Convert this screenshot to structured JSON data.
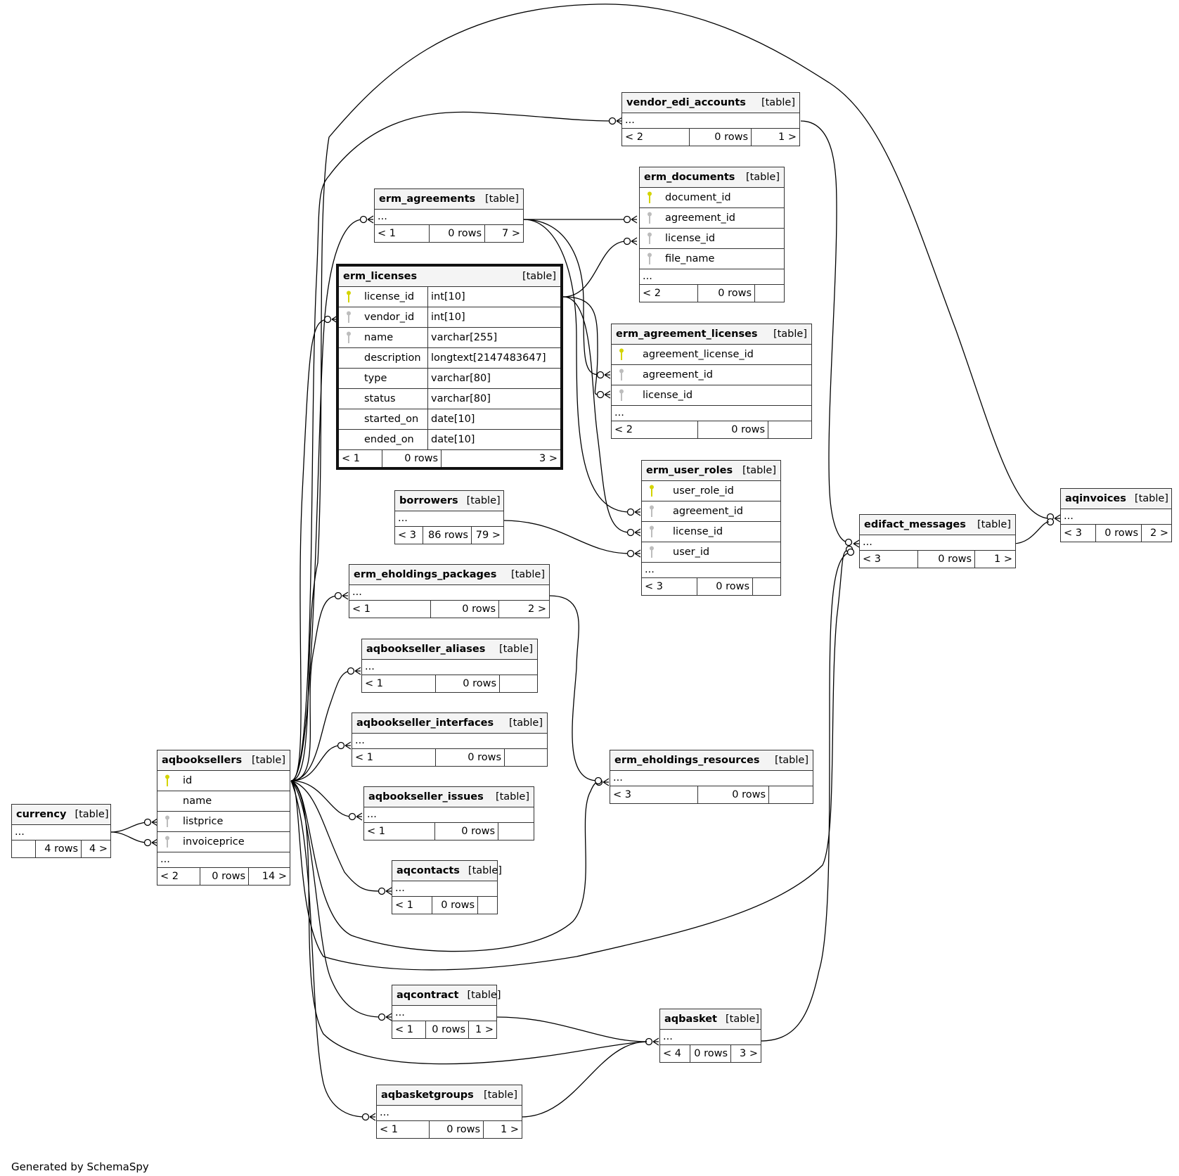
{
  "footer": "Generated by SchemaSpy",
  "colors": {
    "primary_key": "#d4d400",
    "foreign_key": "#bdbdbd",
    "header_bg": "#f4f4f4",
    "border": "#333333"
  },
  "tables": {
    "currency": {
      "name": "currency",
      "type": "[table]",
      "ellipsis": "...",
      "parents": "",
      "rows": "4 rows",
      "children": "4 >"
    },
    "aqbooksellers": {
      "name": "aqbooksellers",
      "type": "[table]",
      "columns": [
        {
          "name": "id",
          "key": "primary-key"
        },
        {
          "name": "name",
          "key": "none"
        },
        {
          "name": "listprice",
          "key": "foreign-key"
        },
        {
          "name": "invoiceprice",
          "key": "foreign-key"
        }
      ],
      "ellipsis": "...",
      "parents": "< 2",
      "rows": "0 rows",
      "children": "14 >"
    },
    "erm_licenses": {
      "name": "erm_licenses",
      "type": "[table]",
      "columns": [
        {
          "name": "license_id",
          "datatype": "int[10]",
          "key": "primary-key"
        },
        {
          "name": "vendor_id",
          "datatype": "int[10]",
          "key": "foreign-key"
        },
        {
          "name": "name",
          "datatype": "varchar[255]",
          "key": "foreign-key"
        },
        {
          "name": "description",
          "datatype": "longtext[2147483647]",
          "key": "none"
        },
        {
          "name": "type",
          "datatype": "varchar[80]",
          "key": "none"
        },
        {
          "name": "status",
          "datatype": "varchar[80]",
          "key": "none"
        },
        {
          "name": "started_on",
          "datatype": "date[10]",
          "key": "none"
        },
        {
          "name": "ended_on",
          "datatype": "date[10]",
          "key": "none"
        }
      ],
      "parents": "< 1",
      "rows": "0 rows",
      "children": "3 >"
    },
    "vendor_edi_accounts": {
      "name": "vendor_edi_accounts",
      "type": "[table]",
      "ellipsis": "...",
      "parents": "< 2",
      "rows": "0 rows",
      "children": "1 >"
    },
    "erm_agreements": {
      "name": "erm_agreements",
      "type": "[table]",
      "ellipsis": "...",
      "parents": "< 1",
      "rows": "0 rows",
      "children": "7 >"
    },
    "erm_documents": {
      "name": "erm_documents",
      "type": "[table]",
      "columns": [
        {
          "name": "document_id",
          "key": "primary-key"
        },
        {
          "name": "agreement_id",
          "key": "foreign-key"
        },
        {
          "name": "license_id",
          "key": "foreign-key"
        },
        {
          "name": "file_name",
          "key": "foreign-key"
        }
      ],
      "ellipsis": "...",
      "parents": "< 2",
      "rows": "0 rows",
      "children": ""
    },
    "erm_agreement_licenses": {
      "name": "erm_agreement_licenses",
      "type": "[table]",
      "columns": [
        {
          "name": "agreement_license_id",
          "key": "primary-key"
        },
        {
          "name": "agreement_id",
          "key": "foreign-key"
        },
        {
          "name": "license_id",
          "key": "foreign-key"
        }
      ],
      "ellipsis": "...",
      "parents": "< 2",
      "rows": "0 rows",
      "children": ""
    },
    "erm_user_roles": {
      "name": "erm_user_roles",
      "type": "[table]",
      "columns": [
        {
          "name": "user_role_id",
          "key": "primary-key"
        },
        {
          "name": "agreement_id",
          "key": "foreign-key"
        },
        {
          "name": "license_id",
          "key": "foreign-key"
        },
        {
          "name": "user_id",
          "key": "foreign-key"
        }
      ],
      "ellipsis": "...",
      "parents": "< 3",
      "rows": "0 rows",
      "children": ""
    },
    "borrowers": {
      "name": "borrowers",
      "type": "[table]",
      "ellipsis": "...",
      "parents": "< 3",
      "rows": "86 rows",
      "children": "79 >"
    },
    "erm_eholdings_packages": {
      "name": "erm_eholdings_packages",
      "type": "[table]",
      "ellipsis": "...",
      "parents": "< 1",
      "rows": "0 rows",
      "children": "2 >"
    },
    "aqbookseller_aliases": {
      "name": "aqbookseller_aliases",
      "type": "[table]",
      "ellipsis": "...",
      "parents": "< 1",
      "rows": "0 rows",
      "children": ""
    },
    "aqbookseller_interfaces": {
      "name": "aqbookseller_interfaces",
      "type": "[table]",
      "ellipsis": "...",
      "parents": "< 1",
      "rows": "0 rows",
      "children": ""
    },
    "aqbookseller_issues": {
      "name": "aqbookseller_issues",
      "type": "[table]",
      "ellipsis": "...",
      "parents": "< 1",
      "rows": "0 rows",
      "children": ""
    },
    "aqcontacts": {
      "name": "aqcontacts",
      "type": "[table]",
      "ellipsis": "...",
      "parents": "< 1",
      "rows": "0 rows",
      "children": ""
    },
    "erm_eholdings_resources": {
      "name": "erm_eholdings_resources",
      "type": "[table]",
      "ellipsis": "...",
      "parents": "< 3",
      "rows": "0 rows",
      "children": ""
    },
    "edifact_messages": {
      "name": "edifact_messages",
      "type": "[table]",
      "ellipsis": "...",
      "parents": "< 3",
      "rows": "0 rows",
      "children": "1 >"
    },
    "aqinvoices": {
      "name": "aqinvoices",
      "type": "[table]",
      "ellipsis": "...",
      "parents": "< 3",
      "rows": "0 rows",
      "children": "2 >"
    },
    "aqcontract": {
      "name": "aqcontract",
      "type": "[table]",
      "ellipsis": "...",
      "parents": "< 1",
      "rows": "0 rows",
      "children": "1 >"
    },
    "aqbasket": {
      "name": "aqbasket",
      "type": "[table]",
      "ellipsis": "...",
      "parents": "< 4",
      "rows": "0 rows",
      "children": "3 >"
    },
    "aqbasketgroups": {
      "name": "aqbasketgroups",
      "type": "[table]",
      "ellipsis": "...",
      "parents": "< 1",
      "rows": "0 rows",
      "children": "1 >"
    }
  },
  "relationships": [
    {
      "from": "currency",
      "to": "aqbooksellers",
      "column": "listprice"
    },
    {
      "from": "currency",
      "to": "aqbooksellers",
      "column": "invoiceprice"
    },
    {
      "from": "aqbooksellers",
      "to": "erm_licenses",
      "column": "vendor_id"
    },
    {
      "from": "aqbooksellers",
      "to": "vendor_edi_accounts"
    },
    {
      "from": "aqbooksellers",
      "to": "erm_agreements"
    },
    {
      "from": "aqbooksellers",
      "to": "erm_eholdings_packages"
    },
    {
      "from": "aqbooksellers",
      "to": "aqbookseller_aliases"
    },
    {
      "from": "aqbooksellers",
      "to": "aqbookseller_interfaces"
    },
    {
      "from": "aqbooksellers",
      "to": "aqbookseller_issues"
    },
    {
      "from": "aqbooksellers",
      "to": "aqcontacts"
    },
    {
      "from": "aqbooksellers",
      "to": "erm_eholdings_resources"
    },
    {
      "from": "aqbooksellers",
      "to": "edifact_messages"
    },
    {
      "from": "aqbooksellers",
      "to": "aqinvoices"
    },
    {
      "from": "aqbooksellers",
      "to": "aqcontract"
    },
    {
      "from": "aqbooksellers",
      "to": "aqbasket"
    },
    {
      "from": "aqbooksellers",
      "to": "aqbasketgroups"
    },
    {
      "from": "erm_agreements",
      "to": "erm_documents",
      "column": "agreement_id"
    },
    {
      "from": "erm_agreements",
      "to": "erm_agreement_licenses",
      "column": "agreement_id"
    },
    {
      "from": "erm_agreements",
      "to": "erm_user_roles",
      "column": "agreement_id"
    },
    {
      "from": "erm_licenses",
      "to": "erm_documents",
      "column": "license_id"
    },
    {
      "from": "erm_licenses",
      "to": "erm_agreement_licenses",
      "column": "license_id"
    },
    {
      "from": "erm_licenses",
      "to": "erm_user_roles",
      "column": "license_id"
    },
    {
      "from": "borrowers",
      "to": "erm_user_roles",
      "column": "user_id"
    },
    {
      "from": "erm_eholdings_packages",
      "to": "erm_eholdings_resources"
    },
    {
      "from": "vendor_edi_accounts",
      "to": "edifact_messages"
    },
    {
      "from": "edifact_messages",
      "to": "aqinvoices"
    },
    {
      "from": "aqcontract",
      "to": "aqbasket"
    },
    {
      "from": "aqbasketgroups",
      "to": "aqbasket"
    },
    {
      "from": "aqbasket",
      "to": "edifact_messages"
    }
  ]
}
